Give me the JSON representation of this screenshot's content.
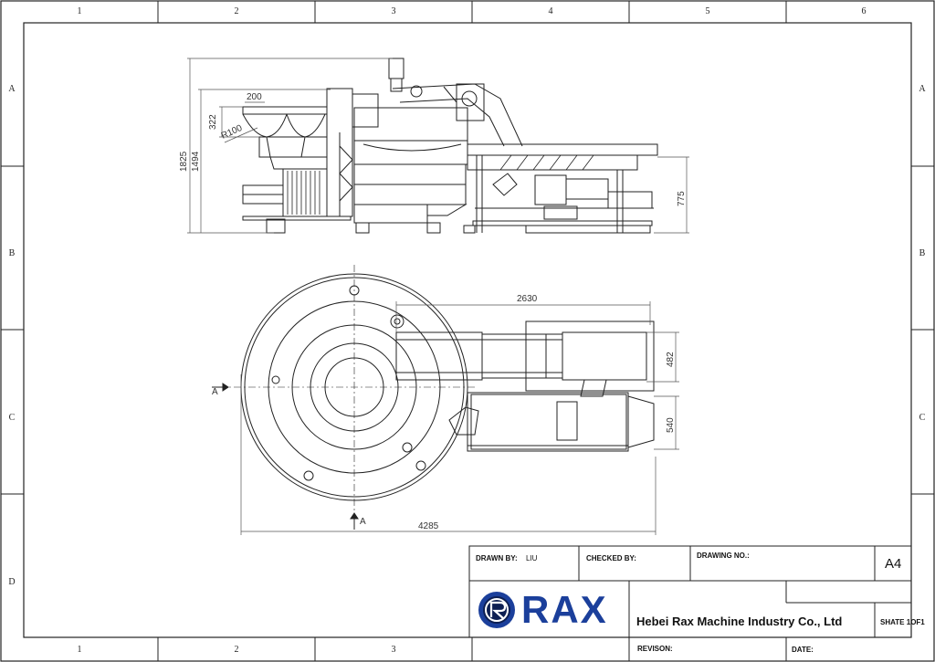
{
  "border": {
    "columns": [
      "1",
      "2",
      "3",
      "4",
      "5",
      "6"
    ],
    "rows": [
      "A",
      "B",
      "C",
      "D"
    ]
  },
  "dimensions": {
    "d200": "200",
    "d322": "322",
    "r100": "R100",
    "d1825": "1825",
    "d1494": "1494",
    "d775": "775",
    "d2630": "2630",
    "d482": "482",
    "d540": "540",
    "d4285": "4285",
    "section_a": "A"
  },
  "title_block": {
    "drawn_by_label": "DRAWN BY:",
    "drawn_by_value": "LIU",
    "checked_by_label": "CHECKED BY:",
    "drawing_no_label": "DRAWING NO.:",
    "paper_size": "A4",
    "logo_text": "RAX",
    "company": "Hebei Rax Machine Industry Co., Ltd",
    "sheet": "SHATE 1OF1",
    "revision_label": "REVISON:",
    "date_label": "DATE:"
  },
  "colors": {
    "line": "#222222",
    "brand_blue": "#1b3f9b"
  }
}
